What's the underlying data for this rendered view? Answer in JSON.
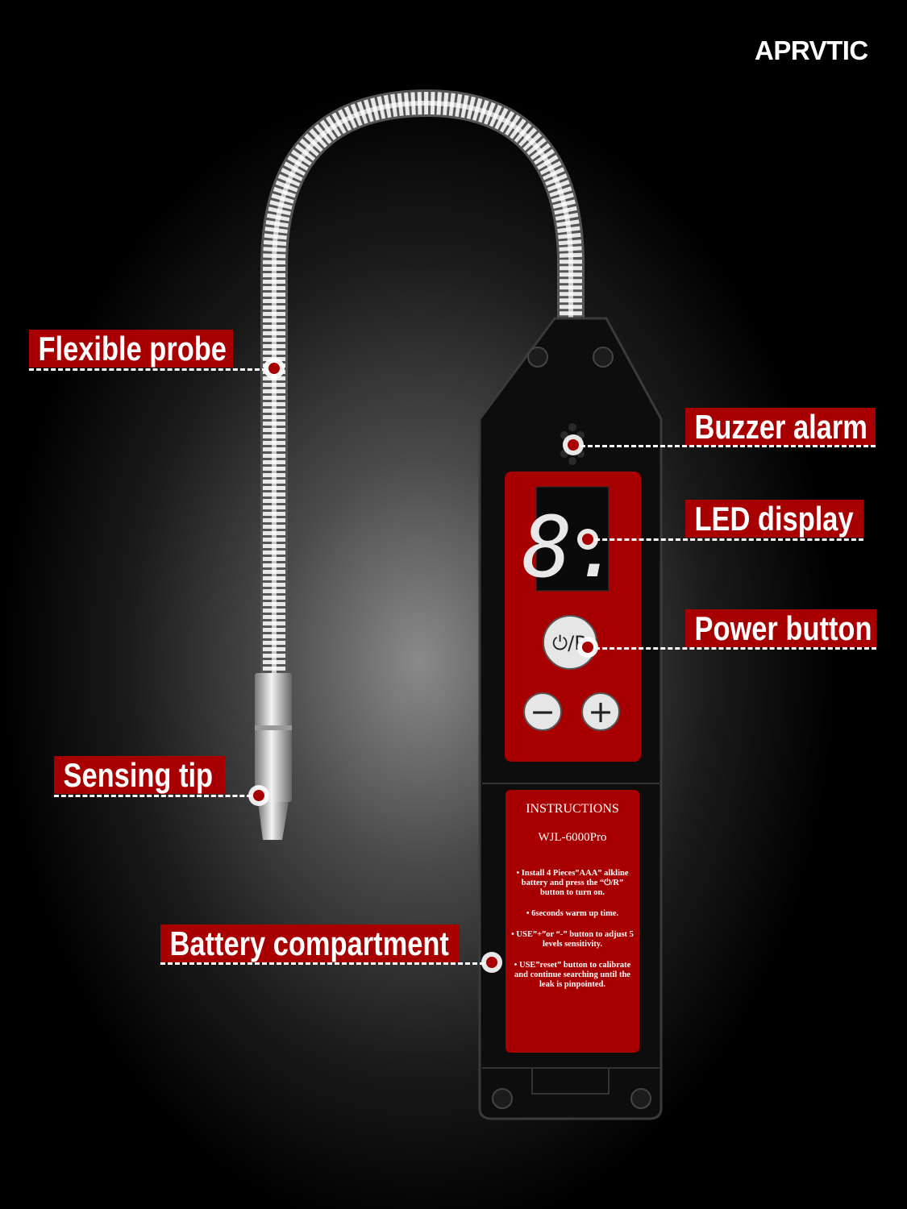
{
  "brand": {
    "name": "APRVTIC"
  },
  "product": {
    "display_digit": "8.",
    "power_button_label": "⏻/R",
    "minus_label": "−",
    "plus_label": "+",
    "instructions": {
      "title": "INSTRUCTIONS",
      "model": "WJL-6000Pro",
      "items": [
        "Install 4 Pieces”AAA” alkline battery and press the “⏻/R” button to turn on.",
        "6seconds warm up time.",
        "USE”+”or “-” button to adjust 5 levels sensitivity.",
        "USE”reset” button to calibrate and continue searching until the leak is pinpointed."
      ]
    }
  },
  "callouts": {
    "flexible_probe": "Flexible probe",
    "buzzer_alarm": "Buzzer alarm",
    "led_display": "LED display",
    "power_button": "Power button",
    "sensing_tip": "Sensing tip",
    "battery_compartment": "Battery compartment"
  },
  "colors": {
    "accent": "#a80000",
    "body": "#0d0d0d"
  }
}
